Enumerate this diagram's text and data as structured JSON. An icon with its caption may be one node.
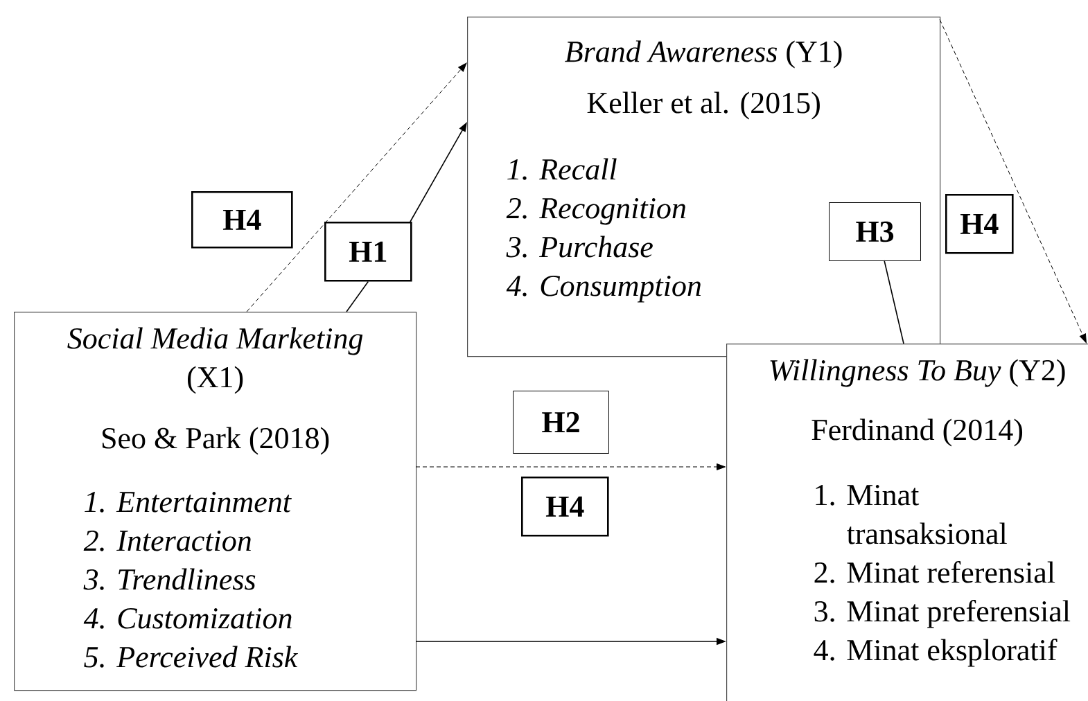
{
  "diagram": {
    "nodes": [
      {
        "text": [
          "*Brand Awareness* (Y1)",
          "Keller et al. (2015)",
          "1. Recall",
          "2. Recognition",
          "3. Purchase",
          "4. Consumption"
        ]
      },
      {
        "text": [
          "*Social Media Marketing* (X1)",
          "Seo & Park (2018)",
          "1. Entertainment",
          "2. Interaction",
          "3. Trendliness",
          "4. Customization",
          "5. Perceived Risk"
        ]
      },
      {
        "text": [
          "*Willingness To Buy* (Y2)",
          "Ferdinand (2014)",
          "1. Minat transaksional",
          "2. Minat referensial",
          "3. Minat preferensial",
          "4. Minat eksploratif"
        ]
      },
      {
        "text": [
          "H4"
        ]
      },
      {
        "text": [
          "H1"
        ]
      },
      {
        "text": [
          "H3"
        ],
        "in": 0
      },
      {
        "text": [
          "H4"
        ]
      },
      {
        "text": [
          "H2"
        ]
      },
      {
        "text": [
          "H4"
        ]
      }
    ],
    "edges": [
      {
        "from": 1,
        "to": 0,
        "arrow": "to",
        "style": "dashed"
      },
      {
        "from": 1,
        "to": 4,
        "arrow": "none"
      },
      {
        "from": 4,
        "to": 0,
        "arrow": "to"
      },
      {
        "from": 5,
        "to": 2,
        "arrow": "none"
      },
      {
        "from": 0,
        "to": 2,
        "arrow": "to",
        "style": "dashed"
      },
      {
        "from": 1,
        "to": 2,
        "arrow": "to",
        "style": "dashed"
      },
      {
        "from": 1,
        "to": 2,
        "arrow": "to"
      }
    ]
  }
}
